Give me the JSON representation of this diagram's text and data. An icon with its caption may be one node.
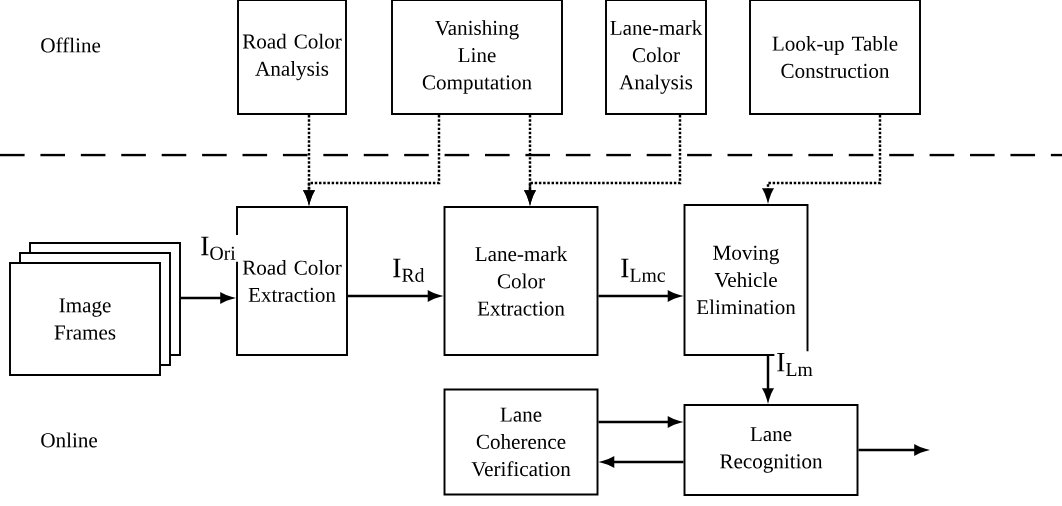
{
  "diagram": {
    "nodes": [
      {
        "text": [
          "Road Color Analysis"
        ]
      },
      {
        "text": [
          "Vanishing Line Computation"
        ]
      },
      {
        "text": [
          "Lane-mark Color Analysis"
        ]
      },
      {
        "text": [
          "Look-up Table Construction"
        ]
      },
      {
        "text": [
          "Image Frames"
        ]
      },
      {
        "text": [
          "Road Color Extraction"
        ]
      },
      {
        "text": [
          "Lane-mark Color Extraction"
        ]
      },
      {
        "text": [
          "Moving Vehicle Elimination"
        ]
      },
      {
        "text": [
          "Lane Coherence Verification"
        ]
      },
      {
        "text": [
          "Lane Recognition"
        ]
      }
    ],
    "edges": [
      {
        "from": 0,
        "to": 5,
        "arrow": "to",
        "style": "dashed"
      },
      {
        "from": 1,
        "to": 5,
        "arrow": "to",
        "style": "dashed"
      },
      {
        "from": 1,
        "to": 6,
        "arrow": "to",
        "style": "dashed"
      },
      {
        "from": 2,
        "to": 6,
        "arrow": "to",
        "style": "dashed"
      },
      {
        "from": 3,
        "to": 7,
        "arrow": "to",
        "style": "dashed"
      },
      {
        "from": 4,
        "to": 5,
        "arrow": "to",
        "label": "I$_{Ori}$"
      },
      {
        "from": 5,
        "to": 6,
        "arrow": "to",
        "label": "I$_{Rd}$"
      },
      {
        "from": 6,
        "to": 7,
        "arrow": "to",
        "label": "I$_{Lmc}$"
      },
      {
        "from": 7,
        "to": 9,
        "arrow": "to",
        "label": "I$_{Lm}$"
      },
      {
        "from": 8,
        "to": 9,
        "arrow": "to"
      },
      {
        "from": 9,
        "to": 8,
        "arrow": "to"
      },
      {
        "from": 9,
        "to": null,
        "arrow": "to"
      }
    ],
    "labels": [
      "Offline",
      "Online"
    ]
  }
}
